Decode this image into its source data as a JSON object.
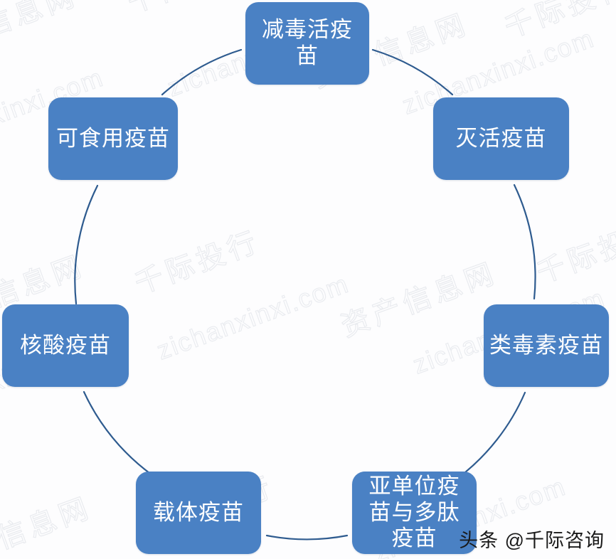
{
  "diagram": {
    "type": "cycle",
    "shape": "circular-ring",
    "node_fill_color": "#4a81c4",
    "node_text_color": "#ffffff",
    "connector_color": "#2e5b8f",
    "background_color": "#fdfdfe",
    "nodes": [
      {
        "id": "attenuated-live-vaccine",
        "label": "减毒活疫苗",
        "position": "top"
      },
      {
        "id": "inactivated-vaccine",
        "label": "灭活疫苗",
        "position": "top-right"
      },
      {
        "id": "toxoid-vaccine",
        "label": "类毒素疫苗",
        "position": "right"
      },
      {
        "id": "subunit-and-peptide-vaccine",
        "label": "亚单位疫苗与多肽疫苗",
        "position": "bottom-right"
      },
      {
        "id": "vector-vaccine",
        "label": "载体疫苗",
        "position": "bottom-left"
      },
      {
        "id": "nucleic-acid-vaccine",
        "label": "核酸疫苗",
        "position": "left"
      },
      {
        "id": "edible-vaccine",
        "label": "可食用疫苗",
        "position": "top-left"
      }
    ]
  },
  "watermarks": {
    "chinese_site": "资产信息网",
    "chinese_firm": "千际投行",
    "domain": "zichanxinxi.com"
  },
  "credit": {
    "text": "头条 @千际咨询"
  }
}
